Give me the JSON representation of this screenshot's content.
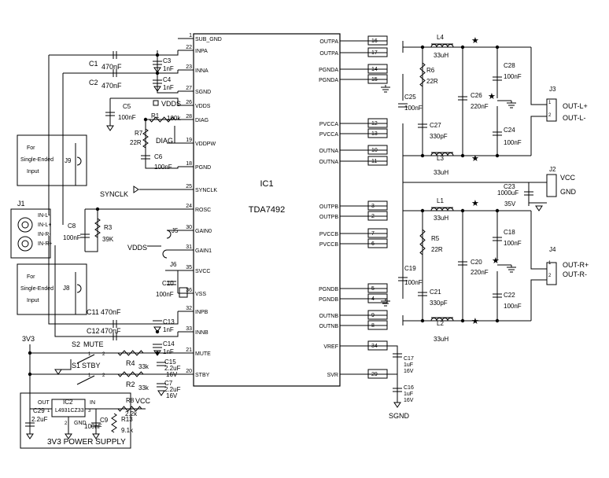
{
  "ic1": {
    "ref": "IC1",
    "part": "TDA7492",
    "left_pins": [
      {
        "num": "1",
        "name": "SUB_GND"
      },
      {
        "num": "22",
        "name": "INPA"
      },
      {
        "num": "23",
        "name": "INNA"
      },
      {
        "num": "27",
        "name": "SGND"
      },
      {
        "num": "26",
        "name": "VDDS"
      },
      {
        "num": "28",
        "name": "DIAG"
      },
      {
        "num": "19",
        "name": "VDDPW"
      },
      {
        "num": "18",
        "name": "PGND"
      },
      {
        "num": "25",
        "name": "SYNCLK"
      },
      {
        "num": "24",
        "name": "ROSC"
      },
      {
        "num": "30",
        "name": "GAIN0"
      },
      {
        "num": "31",
        "name": "GAIN1"
      },
      {
        "num": "35",
        "name": "SVCC"
      },
      {
        "num": "36",
        "name": "VSS"
      },
      {
        "num": "32",
        "name": "INPB"
      },
      {
        "num": "33",
        "name": "INNB"
      },
      {
        "num": "21",
        "name": "MUTE"
      },
      {
        "num": "20",
        "name": "STBY"
      }
    ],
    "right_pins": [
      {
        "num": "16",
        "name": "OUTPA"
      },
      {
        "num": "17",
        "name": "OUTPA"
      },
      {
        "num": "14",
        "name": "PGNDA"
      },
      {
        "num": "15",
        "name": "PGNDA"
      },
      {
        "num": "12",
        "name": "PVCCA"
      },
      {
        "num": "13",
        "name": "PVCCA"
      },
      {
        "num": "10",
        "name": "OUTNA"
      },
      {
        "num": "11",
        "name": "OUTNA"
      },
      {
        "num": "3",
        "name": "OUTPB"
      },
      {
        "num": "2",
        "name": "OUTPB"
      },
      {
        "num": "7",
        "name": "PVCCB"
      },
      {
        "num": "6",
        "name": "PVCCB"
      },
      {
        "num": "5",
        "name": "PGNDB"
      },
      {
        "num": "4",
        "name": "PGNDB"
      },
      {
        "num": "9",
        "name": "OUTNB"
      },
      {
        "num": "8",
        "name": "OUTNB"
      },
      {
        "num": "34",
        "name": "VREF"
      },
      {
        "num": "29",
        "name": "SVR"
      }
    ]
  },
  "labels": [
    {
      "id": "c1",
      "text": "C1"
    },
    {
      "id": "c1v",
      "text": "470nF"
    },
    {
      "id": "c2",
      "text": "C2"
    },
    {
      "id": "c2v",
      "text": "470nF"
    },
    {
      "id": "c3",
      "text": "C3"
    },
    {
      "id": "c3v",
      "text": "1nF"
    },
    {
      "id": "c4",
      "text": "C4"
    },
    {
      "id": "c4v",
      "text": "1nF"
    },
    {
      "id": "c5",
      "text": "C5"
    },
    {
      "id": "c5v",
      "text": "100nF"
    },
    {
      "id": "vdds1",
      "text": "VDDS"
    },
    {
      "id": "r1",
      "text": "R1"
    },
    {
      "id": "r1v",
      "text": "100k"
    },
    {
      "id": "r7",
      "text": "R7"
    },
    {
      "id": "r7v",
      "text": "22R"
    },
    {
      "id": "diag",
      "text": "DIAG"
    },
    {
      "id": "c6",
      "text": "C6"
    },
    {
      "id": "c6v",
      "text": "100nF"
    },
    {
      "id": "synclk",
      "text": "SYNCLK"
    },
    {
      "id": "c8",
      "text": "C8"
    },
    {
      "id": "c8v",
      "text": "100nF"
    },
    {
      "id": "r3",
      "text": "R3"
    },
    {
      "id": "r3v",
      "text": "39K"
    },
    {
      "id": "j5",
      "text": "J5"
    },
    {
      "id": "j6",
      "text": "J6"
    },
    {
      "id": "vdds2",
      "text": "VDDS"
    },
    {
      "id": "c10",
      "text": "C10"
    },
    {
      "id": "c10v",
      "text": "100nF"
    },
    {
      "id": "c11",
      "text": "C11"
    },
    {
      "id": "c11v",
      "text": "470nF"
    },
    {
      "id": "c12",
      "text": "C12"
    },
    {
      "id": "c12v",
      "text": "470nF"
    },
    {
      "id": "c13",
      "text": "C13"
    },
    {
      "id": "c13v",
      "text": "1nF"
    },
    {
      "id": "c14",
      "text": "C14"
    },
    {
      "id": "c14v",
      "text": "1nF"
    },
    {
      "id": "c15",
      "text": "C15"
    },
    {
      "id": "c15v",
      "text": "2.2uF"
    },
    {
      "id": "c15r",
      "text": "16V"
    },
    {
      "id": "c7",
      "text": "C7"
    },
    {
      "id": "c7v",
      "text": "2.2uF"
    },
    {
      "id": "c7r",
      "text": "16V"
    },
    {
      "id": "r4",
      "text": "R4"
    },
    {
      "id": "r4v",
      "text": "33k"
    },
    {
      "id": "r2",
      "text": "R2"
    },
    {
      "id": "r2v",
      "text": "33k"
    },
    {
      "id": "s2",
      "text": "S2"
    },
    {
      "id": "mute",
      "text": "MUTE"
    },
    {
      "id": "s1",
      "text": "S1"
    },
    {
      "id": "stby",
      "text": "STBY"
    },
    {
      "id": "3v3",
      "text": "3V3"
    },
    {
      "id": "p1",
      "text": "1"
    },
    {
      "id": "p2",
      "text": "2"
    },
    {
      "id": "p3",
      "text": "1"
    },
    {
      "id": "p4",
      "text": "2"
    },
    {
      "id": "j1",
      "text": "J1"
    },
    {
      "id": "inl-",
      "text": "IN-L-"
    },
    {
      "id": "inl+",
      "text": "IN-L+"
    },
    {
      "id": "inr-",
      "text": "IN-R-"
    },
    {
      "id": "inr+",
      "text": "IN-R+"
    },
    {
      "id": "for1",
      "text": "For"
    },
    {
      "id": "se1",
      "text": "Single-Ended"
    },
    {
      "id": "in1",
      "text": "Input"
    },
    {
      "id": "j9",
      "text": "J9"
    },
    {
      "id": "for2",
      "text": "For"
    },
    {
      "id": "se2",
      "text": "Single-Ended"
    },
    {
      "id": "in2",
      "text": "Input"
    },
    {
      "id": "j8",
      "text": "J8"
    },
    {
      "id": "ic2",
      "text": "IC2"
    },
    {
      "id": "ic2p",
      "text": "L4931CZ33"
    },
    {
      "id": "out",
      "text": "OUT"
    },
    {
      "id": "inpin",
      "text": "IN"
    },
    {
      "id": "gnd2",
      "text": "GND"
    },
    {
      "id": "ic2p1",
      "text": "1"
    },
    {
      "id": "ic2p2",
      "text": "2"
    },
    {
      "id": "ic2p3",
      "text": "3"
    },
    {
      "id": "c29",
      "text": "C29"
    },
    {
      "id": "c29v",
      "text": "2.2uF"
    },
    {
      "id": "c9",
      "text": "C9"
    },
    {
      "id": "c9v",
      "text": "100nF"
    },
    {
      "id": "r8",
      "text": "R8"
    },
    {
      "id": "r8v",
      "text": "2.2k"
    },
    {
      "id": "r13",
      "text": "R13"
    },
    {
      "id": "r13v",
      "text": "9.1k"
    },
    {
      "id": "vcc2",
      "text": "VCC"
    },
    {
      "id": "psu",
      "text": "3V3 POWER SUPPLY"
    },
    {
      "id": "l4",
      "text": "L4"
    },
    {
      "id": "l4v",
      "text": "33uH"
    },
    {
      "id": "r6",
      "text": "R6"
    },
    {
      "id": "r6v",
      "text": "22R"
    },
    {
      "id": "c25",
      "text": "C25"
    },
    {
      "id": "c25v",
      "text": "100nF"
    },
    {
      "id": "c26",
      "text": "C26"
    },
    {
      "id": "c26v",
      "text": "220nF"
    },
    {
      "id": "c28",
      "text": "C28"
    },
    {
      "id": "c28v",
      "text": "100nF"
    },
    {
      "id": "c27",
      "text": "C27"
    },
    {
      "id": "c27v",
      "text": "330pF"
    },
    {
      "id": "c24",
      "text": "C24"
    },
    {
      "id": "c24v",
      "text": "100nF"
    },
    {
      "id": "l3",
      "text": "L3"
    },
    {
      "id": "l3v",
      "text": "33uH"
    },
    {
      "id": "j3",
      "text": "J3"
    },
    {
      "id": "outl+",
      "text": "OUT-L+"
    },
    {
      "id": "outl-",
      "text": "OUT-L-"
    },
    {
      "id": "j3p1",
      "text": "1"
    },
    {
      "id": "j3p2",
      "text": "2"
    },
    {
      "id": "j2",
      "text": "J2"
    },
    {
      "id": "vcc",
      "text": "VCC"
    },
    {
      "id": "gnd",
      "text": "GND"
    },
    {
      "id": "c23",
      "text": "C23"
    },
    {
      "id": "c23v",
      "text": "1000uF"
    },
    {
      "id": "c23r",
      "text": "35V"
    },
    {
      "id": "l1",
      "text": "L1"
    },
    {
      "id": "l1v",
      "text": "33uH"
    },
    {
      "id": "r5",
      "text": "R5"
    },
    {
      "id": "r5v",
      "text": "22R"
    },
    {
      "id": "c18",
      "text": "C18"
    },
    {
      "id": "c18v",
      "text": "100nF"
    },
    {
      "id": "c20",
      "text": "C20"
    },
    {
      "id": "c20v",
      "text": "220nF"
    },
    {
      "id": "c19",
      "text": "C19"
    },
    {
      "id": "c19v",
      "text": "100nF"
    },
    {
      "id": "c21",
      "text": "C21"
    },
    {
      "id": "c21v",
      "text": "330pF"
    },
    {
      "id": "c22",
      "text": "C22"
    },
    {
      "id": "c22v",
      "text": "100nF"
    },
    {
      "id": "l2",
      "text": "L2"
    },
    {
      "id": "l2v",
      "text": "33uH"
    },
    {
      "id": "j4",
      "text": "J4"
    },
    {
      "id": "outr+",
      "text": "OUT-R+"
    },
    {
      "id": "outr-",
      "text": "OUT-R-"
    },
    {
      "id": "j4p1",
      "text": "1"
    },
    {
      "id": "j4p2",
      "text": "2"
    },
    {
      "id": "c17",
      "text": "C17"
    },
    {
      "id": "c17v",
      "text": "1uF"
    },
    {
      "id": "c17r",
      "text": "16V"
    },
    {
      "id": "c16",
      "text": "C16"
    },
    {
      "id": "c16v",
      "text": "1uF"
    },
    {
      "id": "c16r",
      "text": "16V"
    },
    {
      "id": "sgnd",
      "text": "SGND"
    }
  ]
}
